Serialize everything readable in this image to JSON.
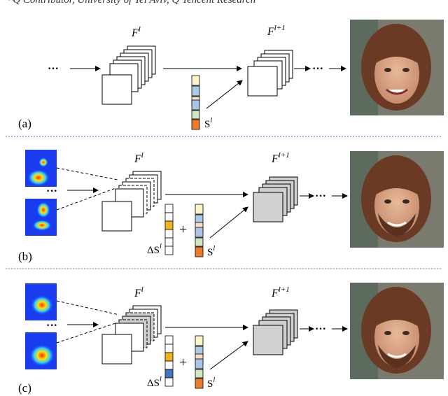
{
  "top_caption": "^Q Contributor, University of Tel Aviv, Q Tencent Research",
  "panels": [
    {
      "label": "(a)",
      "feature_in": "F",
      "feature_in_sup": "l",
      "feature_out": "F",
      "feature_out_sup": "l+1",
      "style_label": "S",
      "style_sup": "l",
      "ellipsis_left": "···",
      "ellipsis_right": "···",
      "result_image": "smiling-woman-photo"
    },
    {
      "label": "(b)",
      "feature_in": "F",
      "feature_in_sup": "l",
      "feature_out": "F",
      "feature_out_sup": "l+1",
      "style_label": "S",
      "style_sup": "l",
      "delta_label": "ΔS",
      "delta_sup": "l",
      "plus": "+",
      "ellipsis_left": "···",
      "ellipsis_right": "···",
      "result_image": "woman-with-beard-photo",
      "heatmaps": [
        "activation-heatmap-top",
        "activation-heatmap-bottom"
      ]
    },
    {
      "label": "(c)",
      "feature_in": "F",
      "feature_in_sup": "l",
      "feature_out": "F",
      "feature_out_sup": "l+1",
      "style_label": "S",
      "style_sup": "l",
      "delta_label": "ΔS",
      "delta_sup": "l",
      "plus": "+",
      "ellipsis_left": "···",
      "ellipsis_right": "···",
      "result_image": "woman-with-beard-photo",
      "heatmaps": [
        "activation-heatmap-top",
        "activation-heatmap-bottom"
      ]
    }
  ],
  "colors": {
    "separator": "#4a78c8",
    "style_cells": [
      "#fdf3c8",
      "#a9cbe8",
      "#f7dcc6",
      "#a9c4e4",
      "#cfe6c1",
      "#ed7b2e"
    ],
    "delta_b": [
      "#ffffff",
      "#ffffff",
      "#ffffff",
      "#f2b21a",
      "#ffffff",
      "#ffffff",
      "#ffffff"
    ],
    "delta_c": [
      "#ffffff",
      "#ffffff",
      "#ffffff",
      "#f2b21a",
      "#ffffff",
      "#4472c4",
      "#ffffff"
    ],
    "gray_fill": "#d0d0d0"
  }
}
